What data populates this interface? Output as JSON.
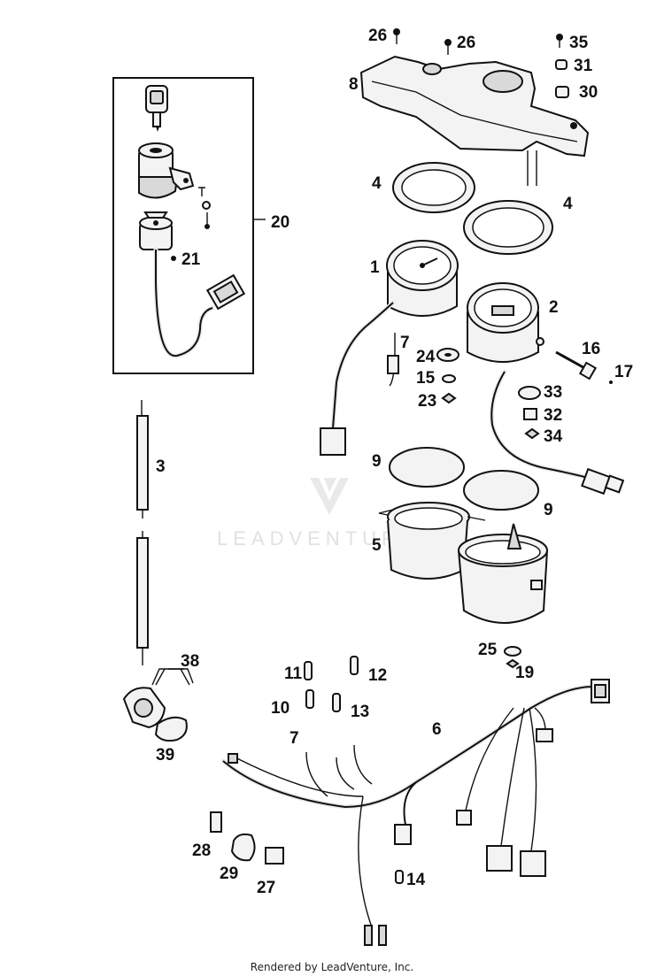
{
  "diagram": {
    "watermark": "LEADVENTURE",
    "footer": "Rendered by LeadVenture, Inc.",
    "labels": {
      "l1": "1",
      "l2": "2",
      "l3": "3",
      "l4a": "4",
      "l4b": "4",
      "l5": "5",
      "l6": "6",
      "l7a": "7",
      "l7b": "7",
      "l8": "8",
      "l9a": "9",
      "l9b": "9",
      "l10": "10",
      "l11": "11",
      "l12": "12",
      "l13": "13",
      "l14": "14",
      "l15": "15",
      "l16": "16",
      "l17": "17",
      "l19": "19",
      "l20": "20",
      "l21": "21",
      "l23": "23",
      "l24": "24",
      "l25": "25",
      "l26a": "26",
      "l26b": "26",
      "l27": "27",
      "l28": "28",
      "l29": "29",
      "l30": "30",
      "l31": "31",
      "l32": "32",
      "l33": "33",
      "l34": "34",
      "l35": "35",
      "l38": "38",
      "l39": "39"
    }
  }
}
